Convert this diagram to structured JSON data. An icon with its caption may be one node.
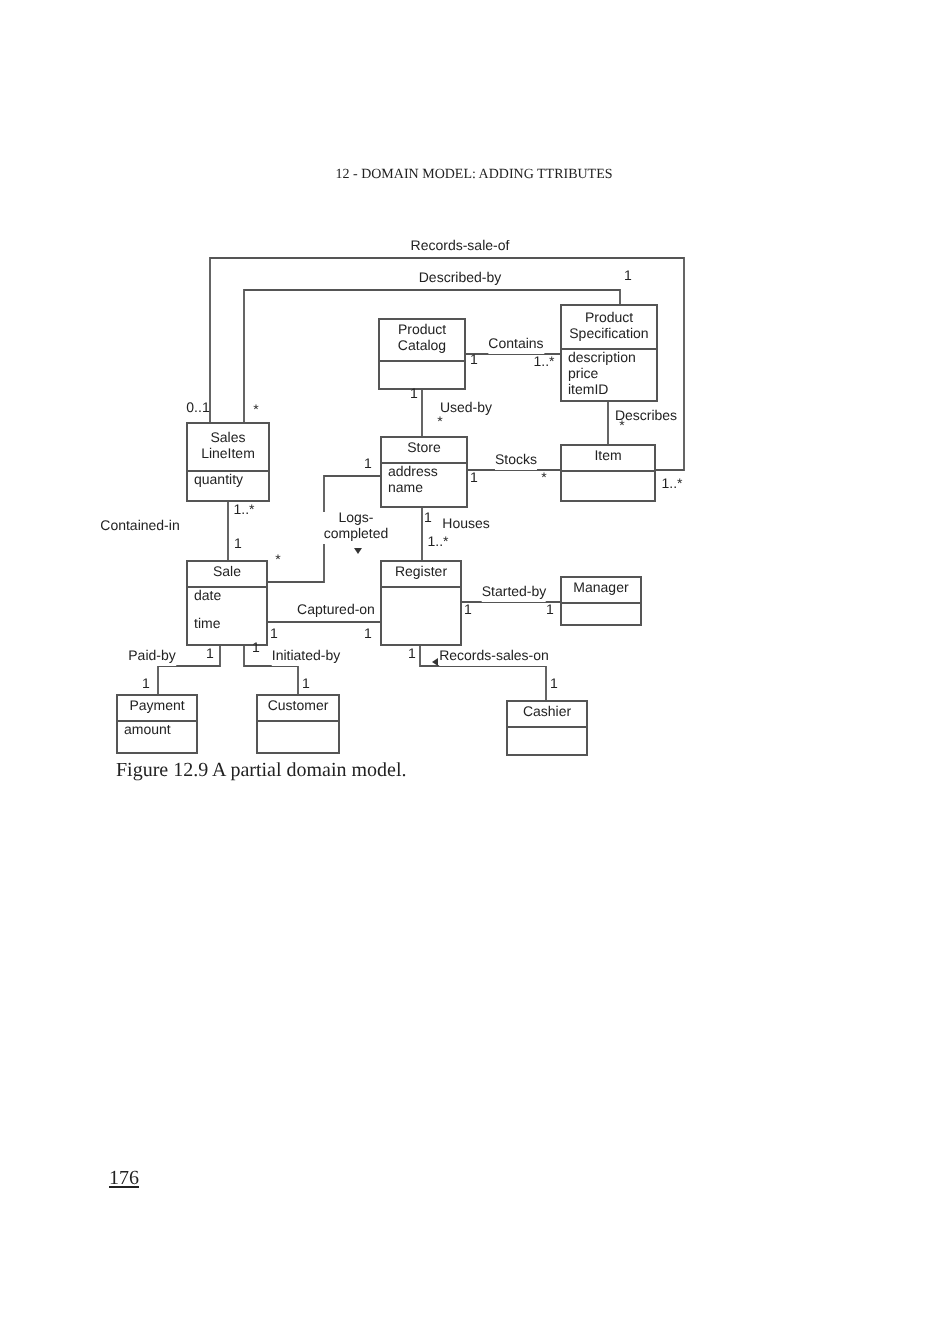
{
  "diagram": {
    "title": "12 - DOMAIN MODEL: ADDING TTRIBUTES",
    "caption": "Figure 12.9 A partial domain model.",
    "nodes": [
      {
        "text": [
          "Product Catalog"
        ]
      },
      {
        "text": [
          "Product Specification",
          "description",
          "price",
          "itemID"
        ]
      },
      {
        "text": [
          "Sales LineItem",
          "quantity"
        ]
      },
      {
        "text": [
          "Store",
          "address",
          "name"
        ]
      },
      {
        "text": [
          "Item"
        ]
      },
      {
        "text": [
          "Sale",
          "date",
          "time"
        ]
      },
      {
        "text": [
          "Register"
        ]
      },
      {
        "text": [
          "Manager"
        ]
      },
      {
        "text": [
          "Payment",
          "amount"
        ]
      },
      {
        "text": [
          "Customer"
        ]
      },
      {
        "text": [
          "Cashier"
        ]
      }
    ],
    "edges": [
      {
        "from": 2,
        "to": 4,
        "arrow": "none",
        "label": "Records-sale-of"
      },
      {
        "from": 2,
        "to": 1,
        "arrow": "none",
        "label": "Described-by"
      },
      {
        "from": 0,
        "to": 1,
        "arrow": "none",
        "label": "Contains"
      },
      {
        "from": 0,
        "to": 3,
        "arrow": "none",
        "label": "Used-by"
      },
      {
        "from": 1,
        "to": 4,
        "arrow": "none",
        "label": "Describes"
      },
      {
        "from": 3,
        "to": 4,
        "arrow": "none",
        "label": "Stocks"
      },
      {
        "from": 2,
        "to": 5,
        "arrow": "none",
        "label": "Contained-in"
      },
      {
        "from": 3,
        "to": 5,
        "arrow": "none",
        "label": "Logs-completed"
      },
      {
        "from": 3,
        "to": 6,
        "arrow": "none",
        "label": "Houses"
      },
      {
        "from": 5,
        "to": 6,
        "arrow": "none",
        "label": "Captured-on"
      },
      {
        "from": 6,
        "to": 7,
        "arrow": "none",
        "label": "Started-by"
      },
      {
        "from": 5,
        "to": 8,
        "arrow": "none",
        "label": "Paid-by"
      },
      {
        "from": 5,
        "to": 9,
        "arrow": "none",
        "label": "Initiated-by"
      },
      {
        "from": 6,
        "to": 10,
        "arrow": "none",
        "label": "Records-sales-on"
      }
    ],
    "labels": [
      "0..1",
      "*",
      "1",
      "1",
      "1..*",
      "1",
      "*",
      "*",
      "1",
      "1",
      "*",
      "1..*",
      "1..*",
      "1",
      "*",
      "1",
      "1..*",
      "1",
      "1",
      "1",
      "1",
      "1",
      "1",
      "1",
      "1",
      "1",
      "1",
      "176"
    ]
  }
}
